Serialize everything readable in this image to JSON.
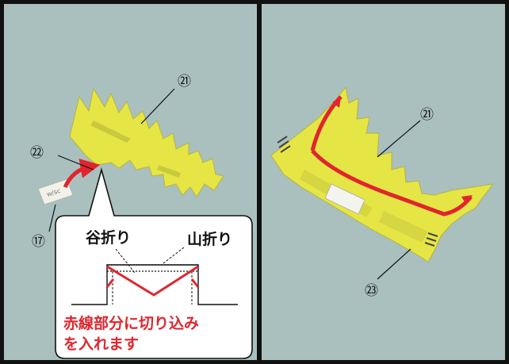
{
  "colors": {
    "background": "#a9c0bf",
    "part_yellow": "#e6e546",
    "arrow_red": "#e0252e",
    "frame": "#111111"
  },
  "left_panel": {
    "labels": {
      "part_21": "㉑",
      "part_22": "㉒",
      "part_17": "⑰"
    },
    "callout": {
      "valley_fold": "谷折り",
      "mountain_fold": "山折り",
      "note_line1": "赤線部分に切り込み",
      "note_line2": "を入れます"
    }
  },
  "right_panel": {
    "labels": {
      "part_21": "㉑",
      "part_23": "㉓"
    }
  }
}
